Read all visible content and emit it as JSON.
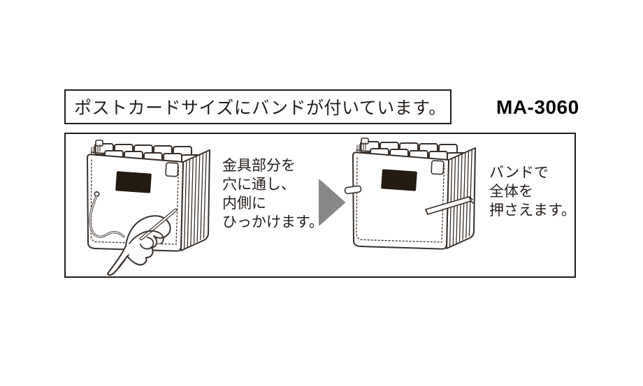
{
  "document": {
    "title": "ポストカードサイズにバンドが付いています。",
    "product_code": "MA-3060"
  },
  "steps": [
    {
      "id": 1,
      "caption": "金具部分を穴に通し、内側にひっかけます。",
      "lines": [
        "金具部分を",
        "穴に通し、",
        "内側に",
        "ひっかけます。"
      ],
      "illustration": "hand-threading-band-tip-into-hole-of-expanding-file"
    },
    {
      "id": 2,
      "caption": "バンドで全体を押さえます。",
      "lines": [
        "バンドで",
        "全体を",
        "押さえます。"
      ],
      "illustration": "expanding-file-held-closed-by-band"
    }
  ],
  "icons": {
    "between_steps": "right-arrow-triangle"
  },
  "colors": {
    "background": "#ffffff",
    "ink": "#38302b",
    "text": "#241e1b",
    "border": "#241e1b",
    "label_fill": "#231a12",
    "arrow": "#87878a"
  }
}
